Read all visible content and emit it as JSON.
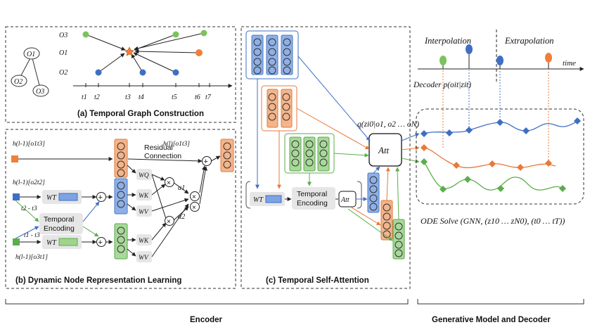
{
  "panel_a": {
    "caption": "(a) Temporal Graph Construction",
    "node_labels": [
      "O1",
      "O2",
      "O3"
    ],
    "row_labels": [
      "O3",
      "O1",
      "O2"
    ],
    "time_ticks": [
      "t1",
      "t2",
      "t3",
      "t4",
      "t5",
      "t6",
      "t7"
    ]
  },
  "panel_b": {
    "caption": "(b) Dynamic Node Representation Learning",
    "h_o1": "h(l-1)[o1t3]",
    "h_o2": "h(l-1)[o2t2]",
    "h_o3": "h(l-1)[o3t1]",
    "h_out": "h(l)[o1t3]",
    "residual_line1": "Residual",
    "residual_line2": "Connection",
    "temporal_line1": "Temporal",
    "temporal_line2": "Encoding",
    "dt1": "t2 - t3",
    "dt2": "t1 - t3",
    "wt": "WT",
    "wq": "WQ",
    "wk": "WK",
    "wv": "WV",
    "alpha1": "α1",
    "alpha2": "α2"
  },
  "panel_c": {
    "caption": "(c) Temporal Self-Attention",
    "att": "Att",
    "att_small": "Att",
    "temporal_line1": "Temporal",
    "temporal_line2": "Encoding",
    "wt": "WT",
    "q_label": "q(zi0|o1, o2 … oN)"
  },
  "right": {
    "interpolation": "Interpolation",
    "extrapolation": "Extrapolation",
    "time": "time",
    "decoder": "Decoder p(oit|zit)",
    "ode": "ODE Solve (GNN, (z10 … zN0), (t0 … tT))"
  },
  "bottom": {
    "encoder": "Encoder",
    "generative": "Generative Model and Decoder"
  },
  "colors": {
    "orange": "#e8793a",
    "blue": "#3f6fc4",
    "green": "#5aae4a"
  }
}
